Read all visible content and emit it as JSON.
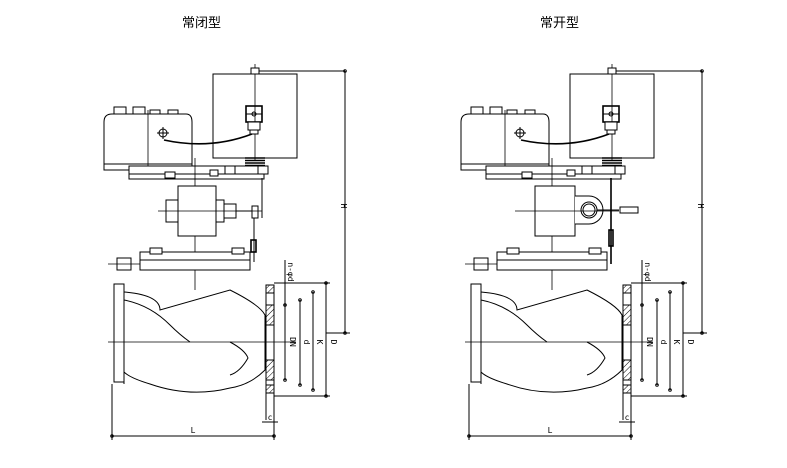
{
  "drawings": [
    {
      "id": "normally-closed",
      "title": "常闭型",
      "variant": "closed",
      "dimensions": {
        "height": "H",
        "length": "L",
        "flange_outer": "D",
        "bolt_circle": "K",
        "raised_face": "d",
        "nominal_diameter": "DN",
        "bolt_holes": "n-φd",
        "flange_thickness": "c"
      }
    },
    {
      "id": "normally-open",
      "title": "常开型",
      "variant": "open",
      "dimensions": {
        "height": "H",
        "length": "L",
        "flange_outer": "D",
        "bolt_circle": "K",
        "raised_face": "d",
        "nominal_diameter": "DN",
        "bolt_holes": "n-φd",
        "flange_thickness": "c"
      }
    }
  ]
}
